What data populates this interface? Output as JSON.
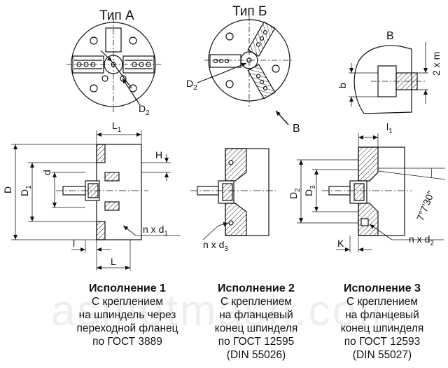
{
  "views": {
    "type_a_title": "Тип А",
    "type_b_title": "Тип Б",
    "view_b_title": "В"
  },
  "labels": {
    "D2_a": "D",
    "D2_b": "D",
    "arrow_B": "В",
    "b": "b",
    "m2": "2 x m",
    "L1": "L",
    "l1": "l",
    "H": "H",
    "d": "d",
    "D": "D",
    "D1": "D",
    "l": "l",
    "L": "L",
    "nd1": "n x d",
    "nd3": "n x d",
    "D2_side": "D",
    "D3": "D",
    "angle": "7°7′30″",
    "K": "K",
    "nd2": "n x d",
    "sub1": "1",
    "sub2": "2",
    "sub3": "3"
  },
  "captions": [
    {
      "title": "Исполнение 1",
      "lines": [
        "С креплением",
        "на шпиндель через",
        "переходной фланец",
        "по ГОСТ 3889"
      ]
    },
    {
      "title": "Исполнение 2",
      "lines": [
        "С креплением",
        "на фланцевый",
        "конец шпинделя",
        "по ГОСТ 12595",
        "(DIN 55026)"
      ]
    },
    {
      "title": "Исполнение 3",
      "lines": [
        "С креплением",
        "на фланцевый",
        "конец шпинделя",
        "по ГОСТ 12593",
        "(DIN 55027)"
      ]
    }
  ],
  "watermark": "asmetmash.com"
}
